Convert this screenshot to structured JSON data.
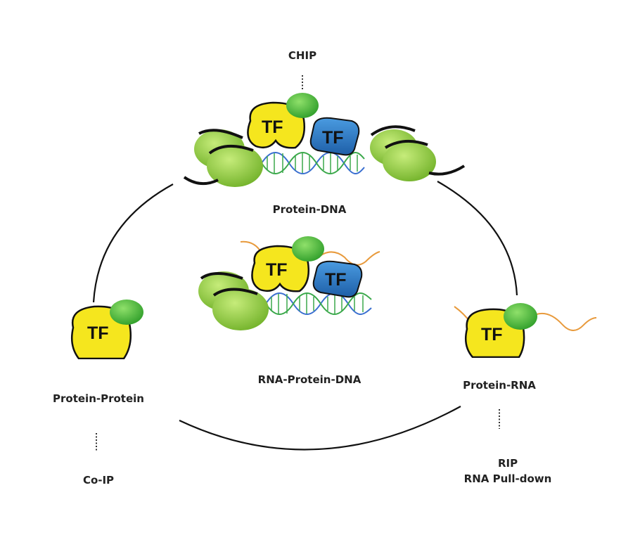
{
  "labels": {
    "chip": "CHIP",
    "protein_dna": "Protein-DNA",
    "rna_protein_dna": "RNA-Protein-DNA",
    "protein_protein": "Protein-Protein",
    "protein_rna": "Protein-RNA",
    "coip": "Co-IP",
    "rip": "RIP",
    "rna_pulldown": "RNA Pull-down"
  },
  "tf_text": "TF",
  "colors": {
    "tf_yellow": "#f5e61e",
    "tf_blue": "#2b7cc6",
    "nucleosome_green": "#8ccd3a",
    "tag_green": "#4fbf3c",
    "rna_orange": "#e89a3c",
    "dna_green": "#3aa84a",
    "dna_blue": "#3a6fd0",
    "line": "#111111"
  }
}
